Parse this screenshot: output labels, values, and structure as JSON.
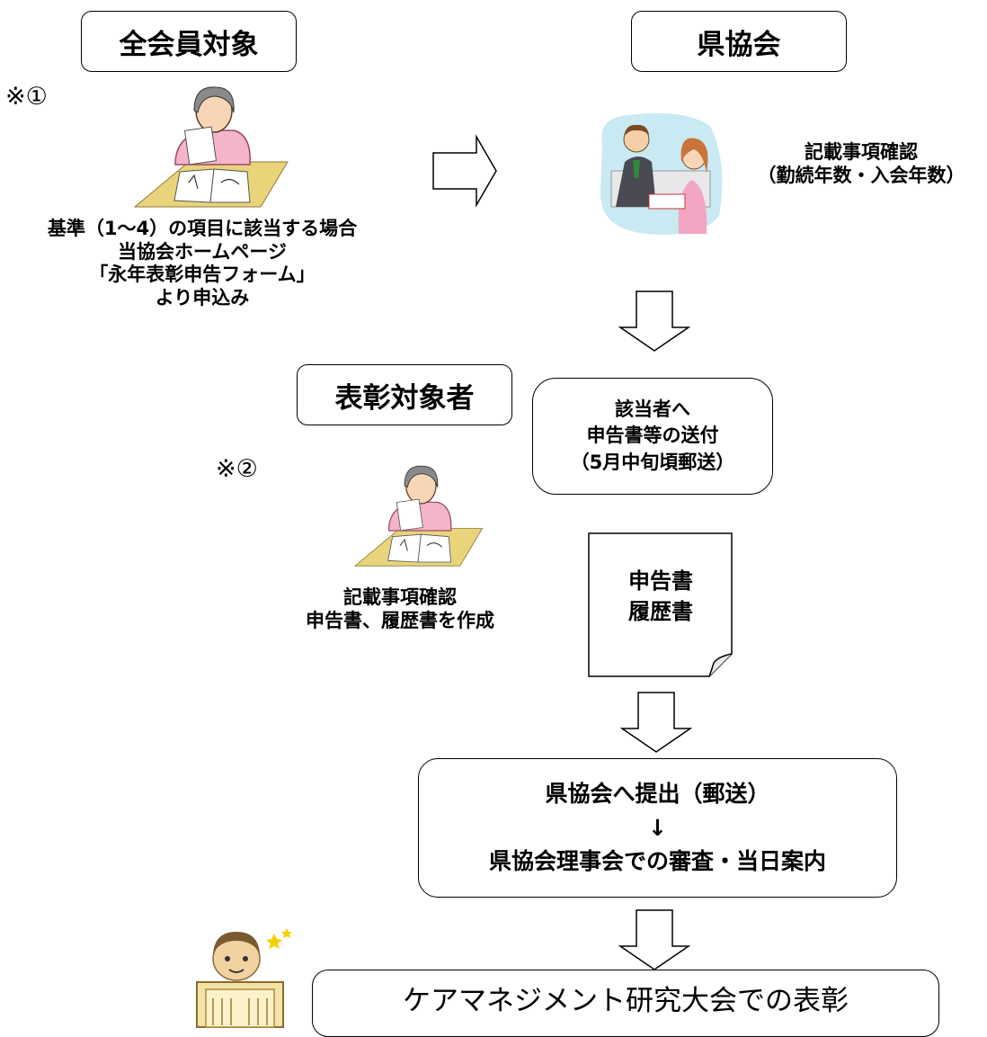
{
  "header_left": "全会員対象",
  "header_right": "県協会",
  "note1": "※①",
  "note2": "※②",
  "apply_text": [
    "基準（1～4）の項目に該当する場合",
    "当協会ホームページ",
    "「永年表彰申告フォーム」",
    "より申込み"
  ],
  "confirm_text": [
    "記載事項確認",
    "（勤続年数・入会年数）"
  ],
  "target_header": "表彰対象者",
  "send_box": [
    "該当者へ",
    "申告書等の送付",
    "（5月中旬頃郵送）"
  ],
  "prepare_text": [
    "記載事項確認",
    "申告書、履歴書を作成"
  ],
  "document_text": [
    "申告書",
    "履歴書"
  ],
  "submit_box": [
    "県協会へ提出（郵送）",
    "↓",
    "県協会理事会での審査・当日案内"
  ],
  "final_box": "ケアマネジメント研究大会での表彰"
}
